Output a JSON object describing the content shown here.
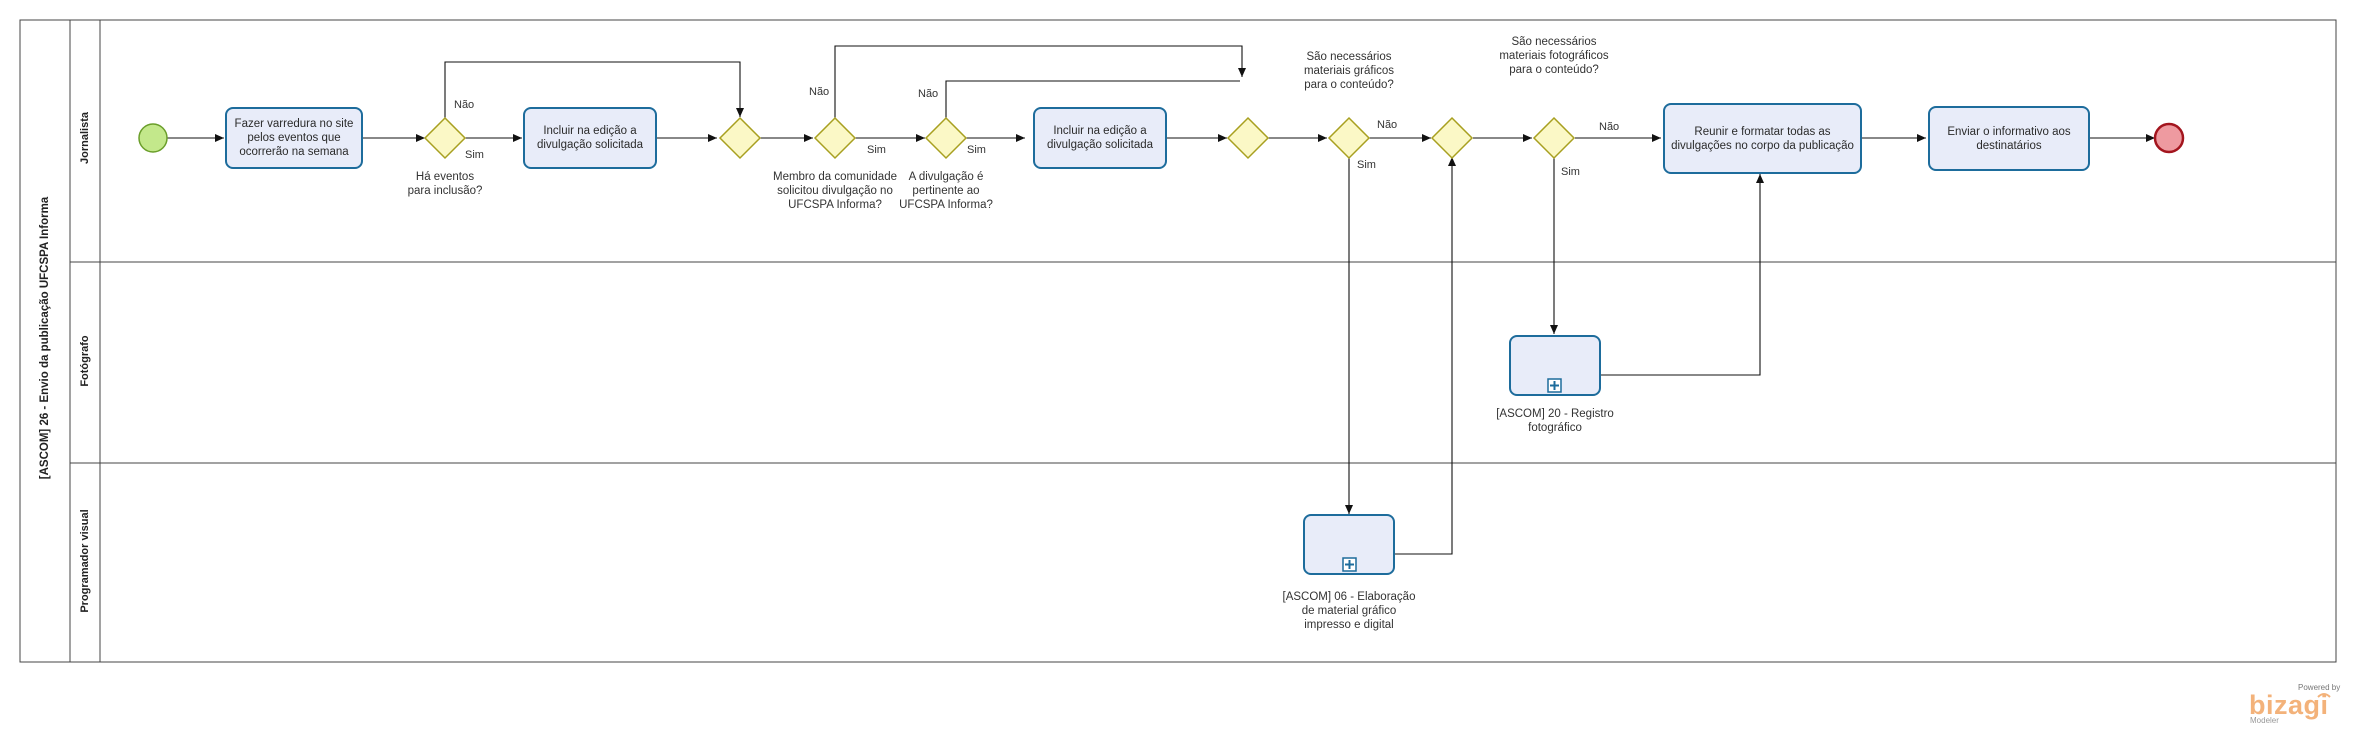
{
  "pool": {
    "title": "[ASCOM] 26 - Envio da publicação UFCSPA Informa"
  },
  "lanes": [
    {
      "label": "Jornalista"
    },
    {
      "label": "Fotógrafo"
    },
    {
      "label": "Programador visual"
    }
  ],
  "tasks": {
    "varredura": "Fazer varredura no site\npelos eventos que\nocorrerão na semana",
    "incluir1": "Incluir na edição  a\ndivulgação solicitada",
    "incluir2": "Incluir na edição a\ndivulgação solicitada",
    "reunir": "Reunir e formatar todas as\ndivulgações no corpo da publicação",
    "enviar": "Enviar o informativo aos\ndestinatários"
  },
  "subprocesses": {
    "foto": "[ASCOM] 20 - Registro\nfotográfico",
    "grafico": "[ASCOM] 06 - Elaboração\nde material gráfico\nimpresso e digital"
  },
  "gateways": {
    "g1": "Há eventos\npara inclusão?",
    "g3": "Membro da comunidade\nsolicitou divulgação no\nUFCSPA Informa?",
    "g4": "A divulgação é\npertinente ao\nUFCSPA Informa?",
    "g6": "São necessários\nmateriais gráficos\npara o conteúdo?",
    "g8": "São necessários\nmateriais fotográficos\npara o conteúdo?"
  },
  "flow_labels": {
    "nao": "Não",
    "sim": "Sim"
  },
  "branding": {
    "powered": "Powered by",
    "name": "bizagi",
    "product": "Modeler"
  },
  "colors": {
    "task_fill": "#e8ecf9",
    "task_stroke": "#1d6c9c",
    "gateway_fill": "#fbf8c6",
    "gateway_stroke": "#a8a020",
    "start_fill": "#c3e88b",
    "start_stroke": "#6a9e2a",
    "end_fill": "#ee9aa0",
    "end_stroke": "#a3151e"
  }
}
